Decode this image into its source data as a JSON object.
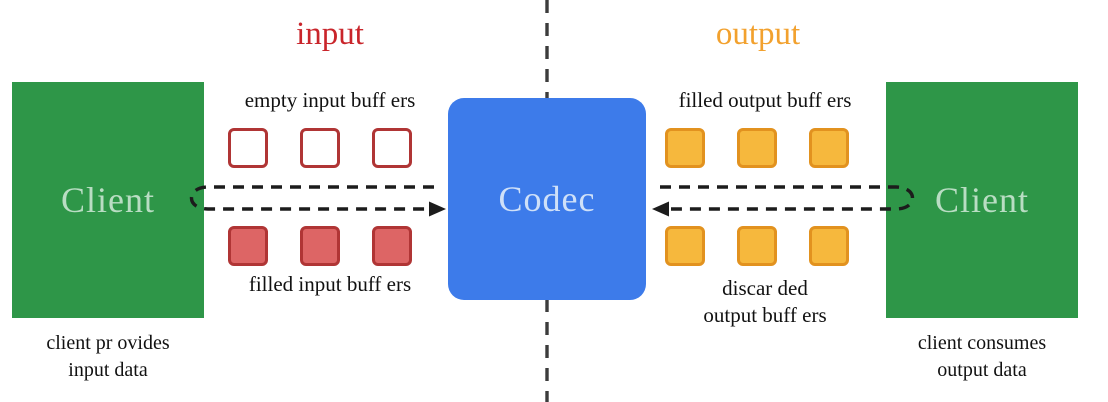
{
  "sections": {
    "input": {
      "title": "input"
    },
    "output": {
      "title": "output"
    }
  },
  "left_client": {
    "label": "Client",
    "caption": [
      "client pr ovides",
      "input data"
    ]
  },
  "right_client": {
    "label": "Client",
    "caption": [
      "client consumes",
      "output data"
    ]
  },
  "codec": {
    "label": "Codec"
  },
  "buffer_groups": {
    "empty_input": {
      "label": "empty input buff ers",
      "count": 3
    },
    "filled_input": {
      "label": "filled input buff ers",
      "count": 3
    },
    "filled_output": {
      "label": "filled output buff ers",
      "count": 3
    },
    "discarded_output": {
      "label_line1": "discar ded",
      "label_line2": "output buff ers",
      "count": 3
    }
  },
  "colors": {
    "client_green": "#2e9648",
    "client_text": "#b9ddc3",
    "codec_blue": "#3d7bea",
    "codec_text": "#cfe0f8",
    "input_red": "#c9252b",
    "output_orange": "#f2a12e",
    "buffer_red_fill": "#dd6565",
    "buffer_red_border": "#b03535",
    "buffer_orange_fill": "#f6b83d",
    "buffer_orange_border": "#e2921f",
    "dash_line": "#3c3c3c",
    "arrow": "#1c1c1c"
  }
}
